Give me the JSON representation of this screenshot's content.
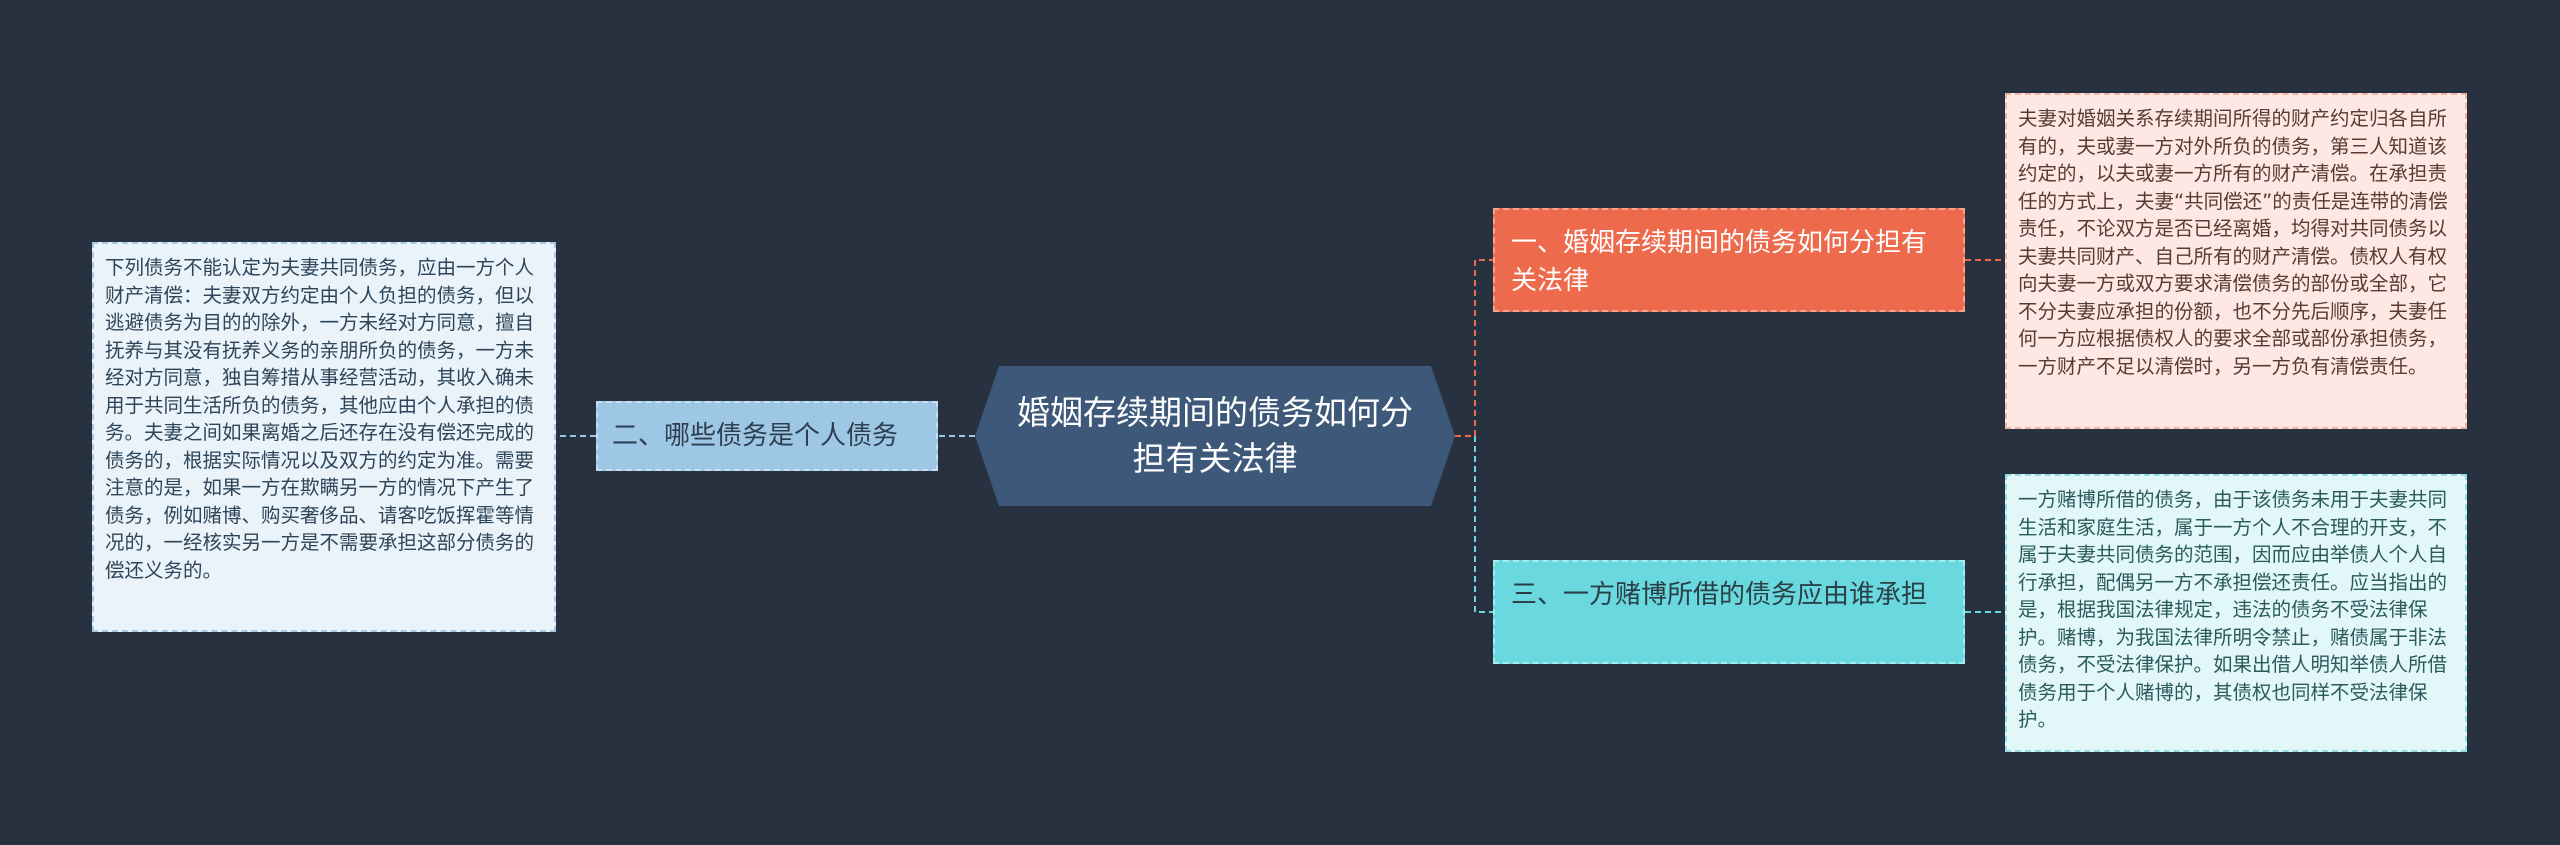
{
  "central": {
    "title": "婚姻存续期间的债务如何分担有关法律"
  },
  "branches": [
    {
      "label": "一、婚姻存续期间的债务如何分担有关法律",
      "note": "夫妻对婚姻关系存续期间所得的财产约定归各自所有的，夫或妻一方对外所负的债务，第三人知道该约定的，以夫或妻一方所有的财产清偿。在承担责任的方式上，夫妻“共同偿还”的责任是连带的清偿责任，不论双方是否已经离婚，均得对共同债务以夫妻共同财产、自己所有的财产清偿。债权人有权向夫妻一方或双方要求清偿债务的部份或全部，它不分夫妻应承担的份额，也不分先后顺序，夫妻任何一方应根据债权人的要求全部或部份承担债务，一方财产不足以清偿时，另一方负有清偿责任。",
      "color": "#ee6a4c"
    },
    {
      "label": "二、哪些债务是个人债务",
      "note": "下列债务不能认定为夫妻共同债务，应由一方个人财产清偿：夫妻双方约定由个人负担的债务，但以逃避债务为目的的除外，一方未经对方同意，擅自抚养与其没有抚养义务的亲朋所负的债务，一方未经对方同意，独自筹措从事经营活动，其收入确未用于共同生活所负的债务，其他应由个人承担的债务。夫妻之间如果离婚之后还存在没有偿还完成的债务的，根据实际情况以及双方的约定为准。需要注意的是，如果一方在欺瞒另一方的情况下产生了债务，例如赌博、购买奢侈品、请客吃饭挥霍等情况的，一经核实另一方是不需要承担这部分债务的偿还义务的。",
      "color": "#9ec7e6"
    },
    {
      "label": "三、一方赌博所借的债务应由谁承担",
      "note": "一方赌博所借的债务，由于该债务未用于夫妻共同生活和家庭生活，属于一方个人不合理的开支，不属于夫妻共同债务的范围，因而应由举债人个人自行承担，配偶另一方不承担偿还责任。应当指出的是，根据我国法律规定，违法的债务不受法律保护。赌博，为我国法律所明令禁止，赌债属于非法债务，不受法律保护。如果出借人明知举债人所借债务用于个人赌博的，其债权也同样不受法律保护。",
      "color": "#6ad8df"
    }
  ]
}
